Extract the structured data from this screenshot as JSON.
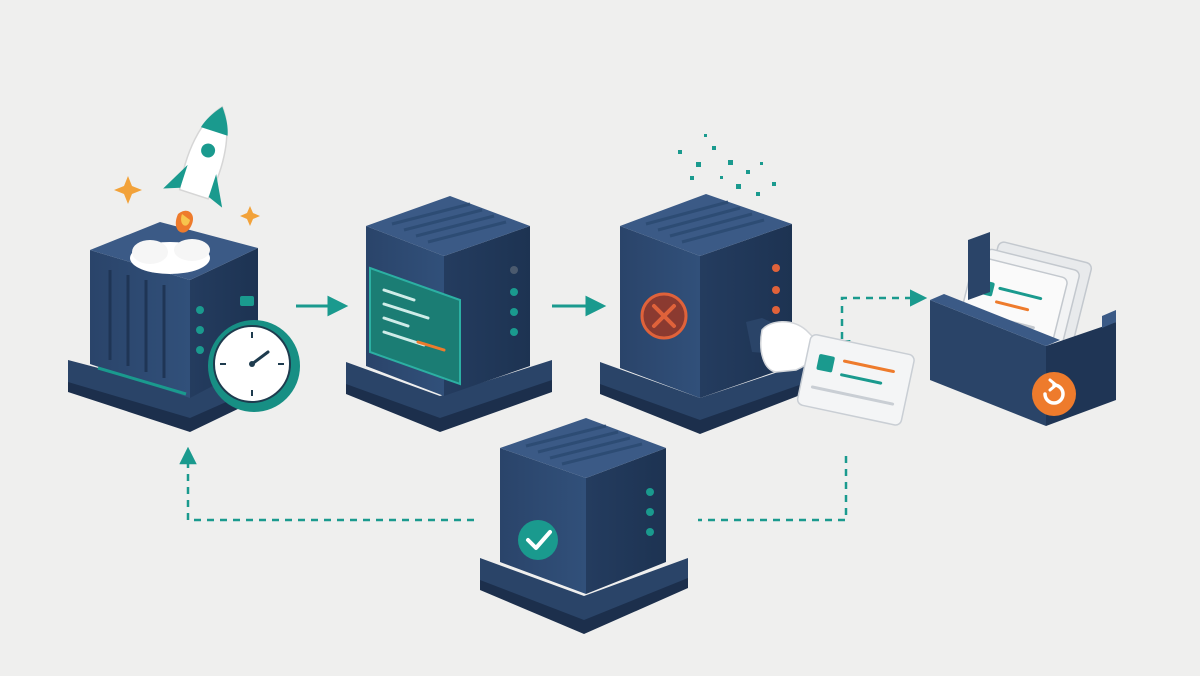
{
  "diagram": {
    "colors": {
      "background": "#efefee",
      "server": "#2e4a72",
      "server_dark": "#213857",
      "server_top": "#3b5a86",
      "accent_teal": "#1a9a8e",
      "accent_orange": "#ee7b2c",
      "error_red": "#e0623a",
      "card": "#f4f5f6"
    },
    "nodes": [
      {
        "id": "launch-server",
        "icon": "rocket-icon",
        "extra_icon": "stopwatch-icon"
      },
      {
        "id": "running-server",
        "icon": "terminal-icon"
      },
      {
        "id": "failed-server",
        "icon": "error-x-icon",
        "extra_icon": "hand-card-icon"
      },
      {
        "id": "backup-archive",
        "icon": "restore-icon"
      },
      {
        "id": "healthy-server",
        "icon": "checkmark-icon"
      }
    ],
    "edges": [
      {
        "from": "launch-server",
        "to": "running-server",
        "style": "solid"
      },
      {
        "from": "running-server",
        "to": "failed-server",
        "style": "solid"
      },
      {
        "from": "failed-server",
        "to": "backup-archive",
        "style": "dashed",
        "bidirectional": true
      },
      {
        "from": "failed-server",
        "to": "healthy-server",
        "style": "dashed"
      },
      {
        "from": "healthy-server",
        "to": "launch-server",
        "style": "dashed"
      }
    ]
  }
}
